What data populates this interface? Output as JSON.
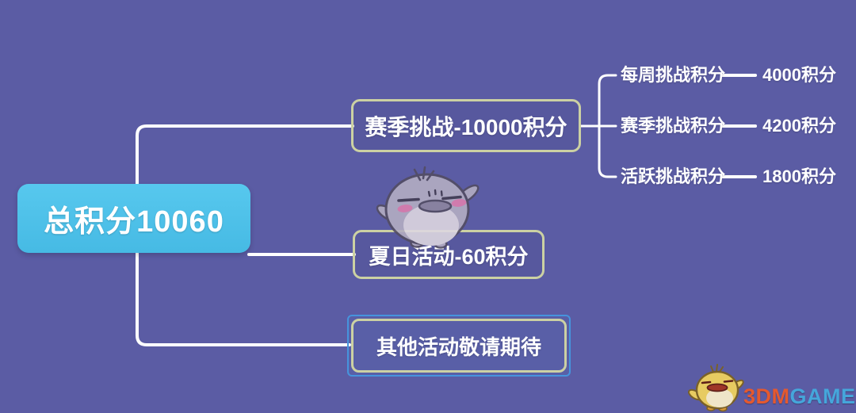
{
  "mindmap": {
    "root": {
      "label": "总积分10060"
    },
    "branches": [
      {
        "label": "赛季挑战-10000积分",
        "children": [
          {
            "label": "每周挑战积分",
            "value": "4000积分"
          },
          {
            "label": "赛季挑战积分",
            "value": "4200积分"
          },
          {
            "label": "活跃挑战积分",
            "value": "1800积分"
          }
        ]
      },
      {
        "label": "夏日活动-60积分",
        "children": []
      },
      {
        "label": "其他活动敬请期待",
        "children": [],
        "selected": true
      }
    ]
  },
  "watermark": {
    "logo_3dm": "3DM",
    "logo_game": "GAME",
    "trademark": "™"
  },
  "icons": {
    "mascot": "penguin-mascot-icon",
    "logo_mascot": "chick-mascot-icon"
  },
  "colors": {
    "background": "#5b5ca4",
    "root_node_fill": "#4cc0e8",
    "branch_border": "#ccd1a3",
    "selection_border": "#4694dd",
    "connector_line": "#ffffff",
    "text": "#ffffff",
    "logo_3dm": "#e4592f",
    "logo_game": "#45a6db"
  }
}
